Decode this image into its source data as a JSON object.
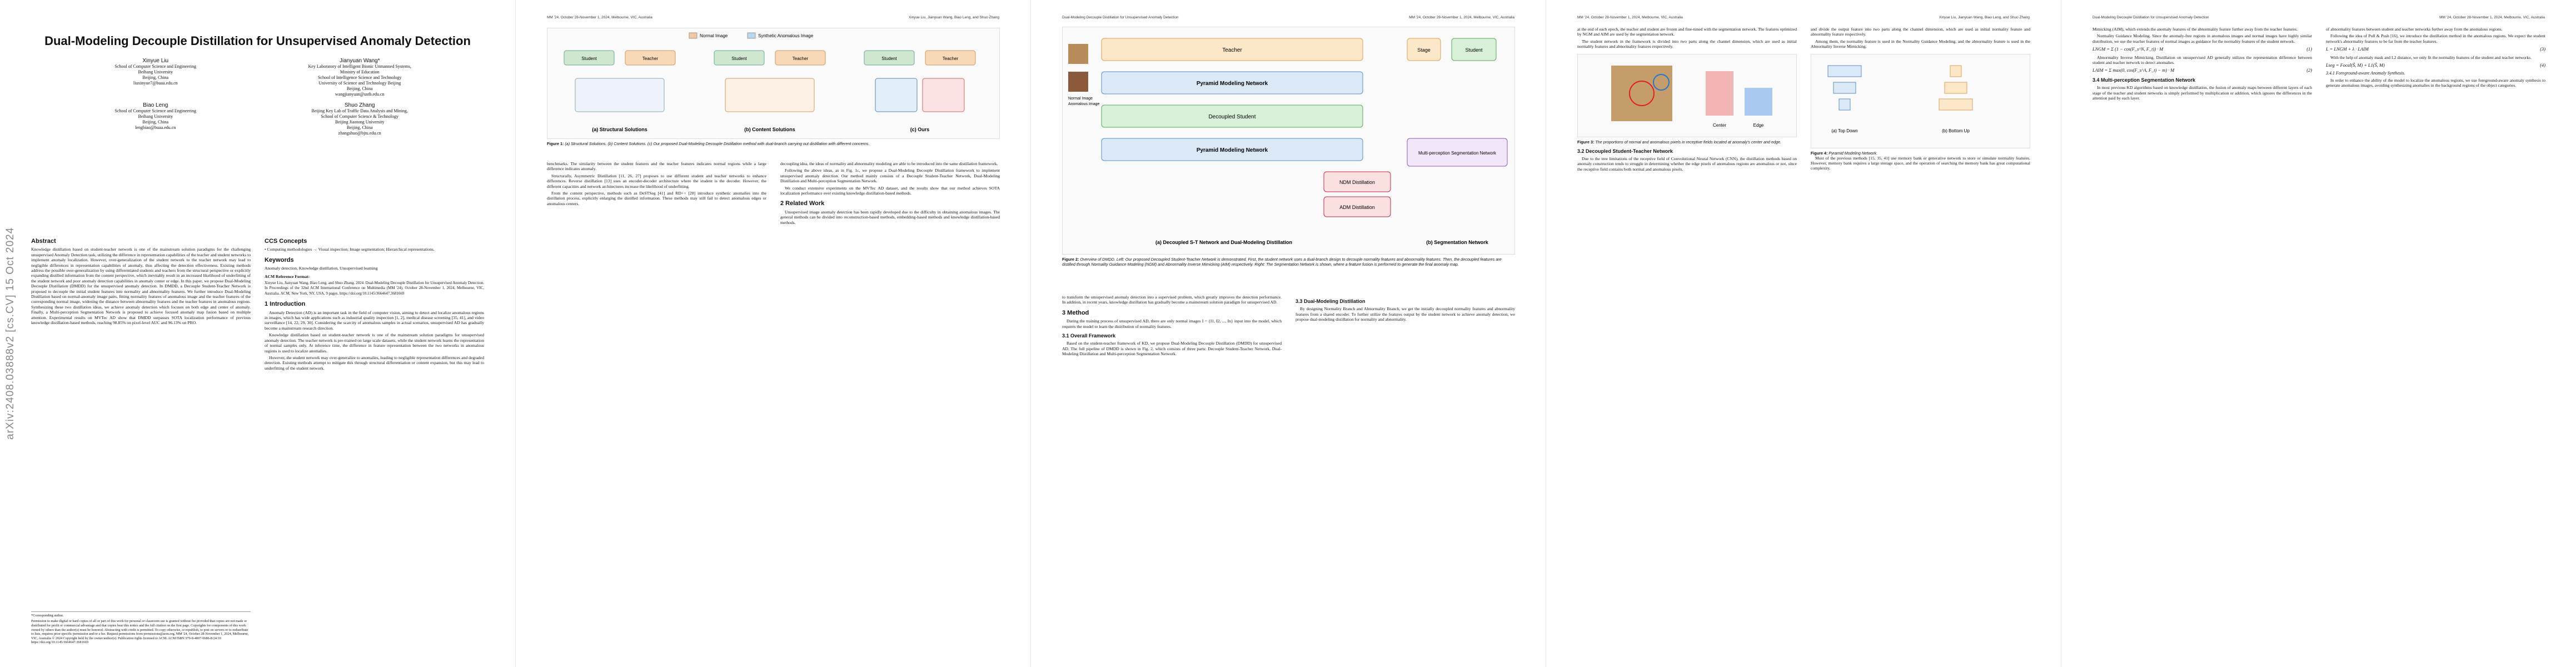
{
  "arxiv_stamp": "arXiv:2408.03888v2  [cs.CV]  15 Oct 2024",
  "running_head": {
    "left": "MM '24, October 28-November 1, 2024, Melbourne, VIC, Australia",
    "right": "Xinyue Liu, Jianyuan Wang, Biao Leng, and Shuo Zhang",
    "center": "Dual-Modeling Decouple Distillation for Unsupervised Anomaly Detection"
  },
  "title": "Dual-Modeling Decouple Distillation for Unsupervised Anomaly Detection",
  "authors": [
    {
      "name": "Xinyue Liu",
      "aff": [
        "School of Computer Science and Engineering",
        "Beihang University",
        "Beijing, China",
        "liuxinyue7@buaa.edu.cn"
      ]
    },
    {
      "name": "Jianyuan Wang*",
      "aff": [
        "Key Laboratory of Intelligent Bionic Unmanned Systems,",
        "Ministry of Education",
        "School of Intelligence Science and Technology",
        "University of Science and Technology Beijing",
        "Beijing, China",
        "wangjianyuan@ustb.edu.cn"
      ]
    },
    {
      "name": "Biao Leng",
      "aff": [
        "School of Computer Science and Engineering",
        "Beihang University",
        "Beijing, China",
        "lengbiao@buaa.edu.cn"
      ]
    },
    {
      "name": "Shuo Zhang",
      "aff": [
        "Beijing Key Lab of Traffic Data Analysis and Mining,",
        "School of Computer Science & Technology",
        "Beijing Jiaotong University",
        "Beijing, China",
        "zhangshuo@bjtu.edu.cn"
      ]
    }
  ],
  "abstract_title": "Abstract",
  "abstract": "Knowledge distillation based on student-teacher network is one of the mainstream solution paradigms for the challenging unsupervised Anomaly Detection task, utilizing the difference in representation capabilities of the teacher and student networks to implement anomaly localization. However, over-generalization of the student network to the teacher network may lead to negligible differences in representation capabilities of anomaly, thus affecting the detection effectiveness. Existing methods address the possible over-generalization by using differentiated students and teachers from the structural perspective or explicitly expanding distilled information from the content perspective, which inevitably result in an increased likelihood of underfitting of the student network and poor anomaly detection capabilities in anomaly center or edge. In this paper, we propose Dual-Modeling Decouple Distillation (DMDD) for the unsupervised anomaly detection. In DMDD, a Decouple Student-Teacher Network is proposed to decouple the initial student features into normality and abnormality features. We further introduce Dual-Modeling Distillation based on normal-anomaly image pairs, fitting normality features of anomalous image and the teacher features of the corresponding normal image, widening the distance between abnormality features and the teacher features in anomalous regions. Synthesizing these two distillation ideas, we achieve anomaly detection which focuses on both edge and center of anomaly. Finally, a Multi-perception Segmentation Network is proposed to achieve focused anomaly map fusion based on multiple attention. Experimental results on MVTec AD show that DMDD surpasses SOTA localization performance of previous knowledge distillation-based methods, reaching 98.85% on pixel-level AUC and 96.13% on PRO.",
  "ccs_title": "CCS Concepts",
  "ccs": "• Computing methodologies → Visual inspection; Image segmentation; Hierarchical representations.",
  "keywords_title": "Keywords",
  "keywords": "Anomaly detection, Knowledge distillation, Unsupervised learning",
  "acm_format_title": "ACM Reference Format:",
  "acm_format": "Xinyue Liu, Jianyuan Wang, Biao Leng, and Shuo Zhang. 2024. Dual-Modeling Decouple Distillation for Unsupervised Anomaly Detection. In Proceedings of the 32nd ACM International Conference on Multimedia (MM '24), October 28-November 1, 2024, Melbourne, VIC, Australia. ACM, New York, NY, USA, 9 pages. https://doi.org/10.1145/3664647.3681669",
  "footnote_corr": "*Corresponding author.",
  "footnote_perm": "Permission to make digital or hard copies of all or part of this work for personal or classroom use is granted without fee provided that copies are not made or distributed for profit or commercial advantage and that copies bear this notice and the full citation on the first page. Copyrights for components of this work owned by others than the author(s) must be honored. Abstracting with credit is permitted. To copy otherwise, or republish, to post on servers or to redistribute to lists, requires prior specific permission and/or a fee. Request permissions from permissions@acm.org. MM '24, October 28-November 1, 2024, Melbourne, VIC, Australia © 2024 Copyright held by the owner/author(s). Publication rights licensed to ACM. ACM ISBN 979-8-4007-0686-8/24/10 https://doi.org/10.1145/3664647.3681669",
  "intro_title": "1 Introduction",
  "intro": [
    "Anomaly Detection (AD) is an important task in the field of computer vision, aiming to detect and localize anomalous regions in images, which has wide applications such as industrial quality inspection [1, 2], medical disease screening [35, 41], and video surveillance [14, 22, 29, 30]. Considering the scarcity of anomalous samples in actual scenarios, unsupervised AD has gradually become a mainstream research direction.",
    "Knowledge distillation based on student-teacher network is one of the mainstream solution paradigms for unsupervised anomaly detection. The teacher network is pre-trained on large scale datasets, while the student network learns the representation of normal samples only. At inference time, the difference in feature representation between the two networks in anomalous regions is used to localize anomalies.",
    "However, the student network may over-generalize to anomalies, leading to negligible representation differences and degraded detection. Existing methods attempt to mitigate this through structural differentiation or content expansion, but this may lead to underfitting of the student network."
  ],
  "fig1": {
    "legend_normal": "Normal Image",
    "legend_synth": "Synthetic Anomalous Image",
    "panel_a": "(a) Structural Solutions",
    "panel_b": "(b) Content Solutions",
    "panel_c": "(c) Ours",
    "label_student": "Student",
    "label_teacher": "Teacher",
    "caption_b": "Figure 1:",
    "caption": "(a) Structural Solutions. (b) Content Solutions. (c) Our proposed Dual-Modeling Decouple Distillation method with dual-branch carrying out distillation with different concerns."
  },
  "p2_left": [
    "benchmarks. The similarity between the student features and the teacher features indicates normal regions while a large difference indicates anomaly.",
    "Structurally, Asymmetric Distillation [11, 26, 27] proposes to use different student and teacher networks to enhance differences. Reverse distillation [13] uses an encoder-decoder architecture where the student is the decoder. However, the different capacities and network architectures increase the likelihood of underfitting.",
    "From the content perspective, methods such as DeSTSeg [41] and RD++ [28] introduce synthetic anomalies into the distillation process, explicitly enlarging the distilled information. These methods may still fail to detect anomalous edges or anomalous centers."
  ],
  "p2_right": [
    "decoupling idea, the ideas of normality and abnormality modeling are able to be introduced into the same distillation framework.",
    "Following the above ideas, as in Fig. 1c, we propose a Dual-Modeling Decouple Distillation framework to implement unsupervised anomaly detection. Our method mainly consists of a Decouple Student-Teacher Network, Dual-Modeling Distillation and Multi-perception Segmentation Network.",
    "We conduct extensive experiments on the MVTec AD dataset, and the results show that our method achieves SOTA localization performance over existing knowledge distillation-based methods."
  ],
  "related_title": "2 Related Work",
  "related": "Unsupervised image anomaly detection has been rapidly developed due to the difficulty in obtaining anomalous images. The general methods can be divided into reconstruction-based methods, embedding-based methods and knowledge distillation-based methods.",
  "fig2": {
    "label_pyramid": "Pyramid Modeling Network",
    "label_ndm": "NDM Distillation",
    "label_adm": "ADM Distillation",
    "label_msn": "Multi-perception Segmentation Network",
    "label_student": "Student",
    "label_teacher": "Teacher",
    "label_stage": "Stage",
    "label_decoupled": "Decoupled Student",
    "label_normal": "Normal Image",
    "label_anomalous": "Anomalous Image",
    "panel_a": "(a) Decoupled S-T Network and Dual-Modeling Distillation",
    "panel_b": "(b) Segmentation Network",
    "caption_b": "Figure 2:",
    "caption": "Overview of DMDD. Left: Our proposed Decoupled Student-Teacher Network is demonstrated. First, the student network uses a dual-branch design to decouple normality features and abnormality features. Then, the decoupled features are distilled through Normality Guidance Modeling (NGM) and Abnormality Inverse Mimicking (AIM) respectively. Right: The Segmentation Network is shown, where a feature fusion is performed to generate the final anomaly map."
  },
  "p3_left": "to transform the unsupervised anomaly detection into a supervised problem, which greatly improves the detection performance. In addition, in recent years, knowledge distillation has gradually become a mainstream solution paradigm for unsupervised AD.",
  "method_title": "3 Method",
  "method_intro": "During the training process of unsupervised AD, there are only normal images I = {I1, I2, ..., In} input into the model, which requires the model to learn the distribution of normality features.",
  "overall_title": "3.1 Overall Framework",
  "overall": "Based on the student-teacher framework of KD, we propose Dual-Modeling Decouple Distillation (DMDD) for unsupervised AD. The full pipeline of DMDD is shown in Fig. 2, which consists of three parts: Decouple Student-Teacher Network, Dual-Modeling Distillation and Multi-perception Segmentation Network.",
  "dual_title": "3.3 Dual-Modeling Distillation",
  "dual": "By designing Normality Branch and Abnormality Branch, we get the initially decoupled normality features and abnormality features from a shared encoder. To further utilize the features output by the student network to achieve anomaly detection, we propose dual-modeling distillation for normality and abnormality.",
  "p4_left": [
    "at the end of each epoch, the teacher and student are frozen and fine-tuned with the segmentation network. The features optimized by NGM and AIM are used by the segmentation network.",
    "The student network in the framework is divided into two parts along the channel dimension, which are used as initial normality features and abnormality features respectively."
  ],
  "fig3": {
    "caption_b": "Figure 3:",
    "caption": "The proportions of normal and anomalous pixels in receptive fields located at anomaly's center and edge.",
    "center": "Center",
    "edge": "Edge"
  },
  "decouple_title": "3.2 Decoupled Student-Teacher Network",
  "decouple": "Due to the tree limitations of the receptive field of Convolutional Neural Network (CNN), the distillation methods based on anomaly construction tends to struggle in determining whether the edge pixels of anomalous regions are anomalous or not, since the receptive field contains both normal and anomalous pixels.",
  "p4_right": [
    "and divide the output feature into two parts along the channel dimension, which are used as initial normality feature and abnormality feature respectively.",
    "Among them, the normality feature is used in the Normality Guidance Modeling, and the abnormality feature is used in the Abnormality Inverse Mimicking.",
    "Most of the previous methods [15, 35, 41] use memory bank or generative network to store or simulate normality features. However, memory bank requires a large storage space, and the operation of searching the memory bank has great computational complexity."
  ],
  "fig4": {
    "caption_b": "Figure 4:",
    "caption": "Pyramid Modeling Network.",
    "top": "(a) Top Down",
    "bottom": "(b) Bottom Up"
  },
  "p5_left": [
    "Mimicking (AIM), which extends the anomaly features of the abnormality feature further away from the teacher features.",
    "Normality Guidance Modeling. Since the anomaly-free regions in anomalous images and normal images have highly similar distribution, we use the teacher features of normal images as guidance for the normality features of the student network.",
    "Abnormality Inverse Mimicking. Distillation on unsupervised AD generally utilizes the representation difference between student and teacher network to detect anomalies."
  ],
  "eq1": "LNGM = Σ (1 − cos(F_s^N, F_t)) · M",
  "eq1_no": "(1)",
  "eq2": "LAIM = Σ max(0, cos(F_s^A, F_t) − m) · M",
  "eq2_no": "(2)",
  "msn_title": "3.4 Multi-perception Segmentation Network",
  "msn": "In most previous KD algorithms based on knowledge distillation, the fusion of anomaly maps between different layers of each stage of the teacher and student networks is simply performed by multiplication or addition, which ignores the differences in the attention paid by each layer.",
  "p5_right": [
    "of abnormality features between student and teacher networks further away from the anomalous regions.",
    "Following the idea of Pull & Push [16], we introduce the distillation method in the anomalous regions. We expect the student network's abnormality features to be far from the teacher features.",
    "With the help of anomaly mask and L2 distance, we only fit the normality features of the student and teacher networks."
  ],
  "eq3": "L = LNGM + λ · LAIM",
  "eq3_no": "(3)",
  "eq4": "Lseg = Focal(Ŝ, M) + L1(Ŝ, M)",
  "eq4_no": "(4)",
  "subsub_title": "3.4.1 Foreground-aware Anomaly Synthesis.",
  "subsub": "In order to enhance the ability of the model to localize the anomalous regions, we use foreground-aware anomaly synthesis to generate anomalous images, avoiding synthesizing anomalies in the background regions of the object categories."
}
